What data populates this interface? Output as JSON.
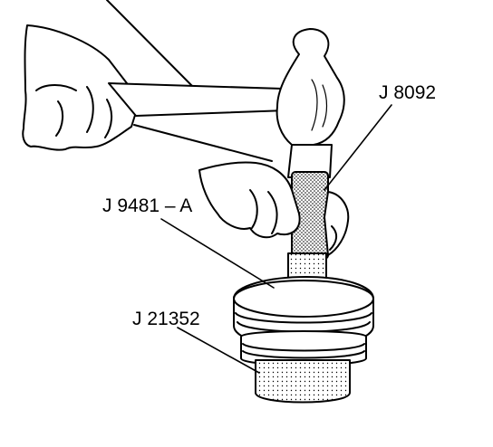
{
  "labels": {
    "j8092": "J 8092",
    "j9481a": "J 9481 – A",
    "j21352": "J 21352"
  },
  "colors": {
    "line": "#000000",
    "background": "#ffffff",
    "stipple": "#000000"
  }
}
